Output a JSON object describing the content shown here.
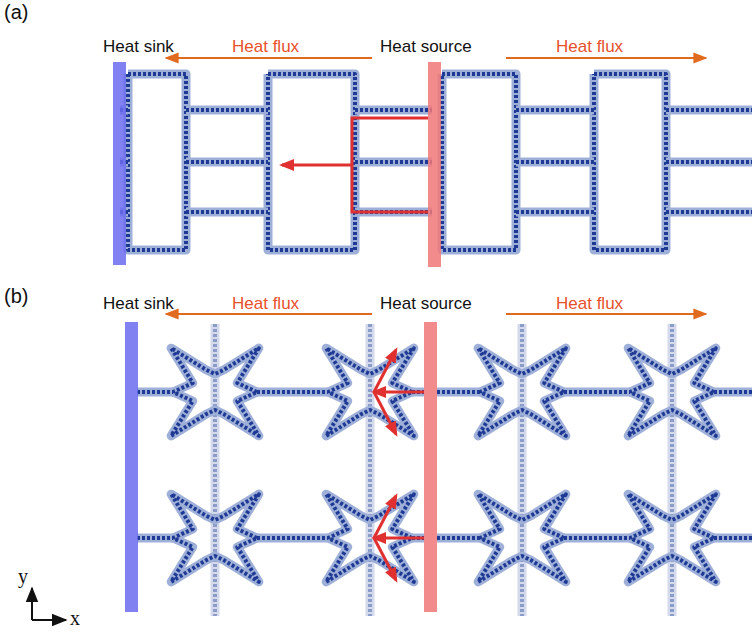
{
  "diagram": {
    "labels": [
      "(a)",
      "Heat sink",
      "Heat flux",
      "Heat source",
      "Heat flux",
      "(b)",
      "Heat sink",
      "Heat flux",
      "Heat source",
      "Heat flux",
      "y",
      "x"
    ]
  }
}
